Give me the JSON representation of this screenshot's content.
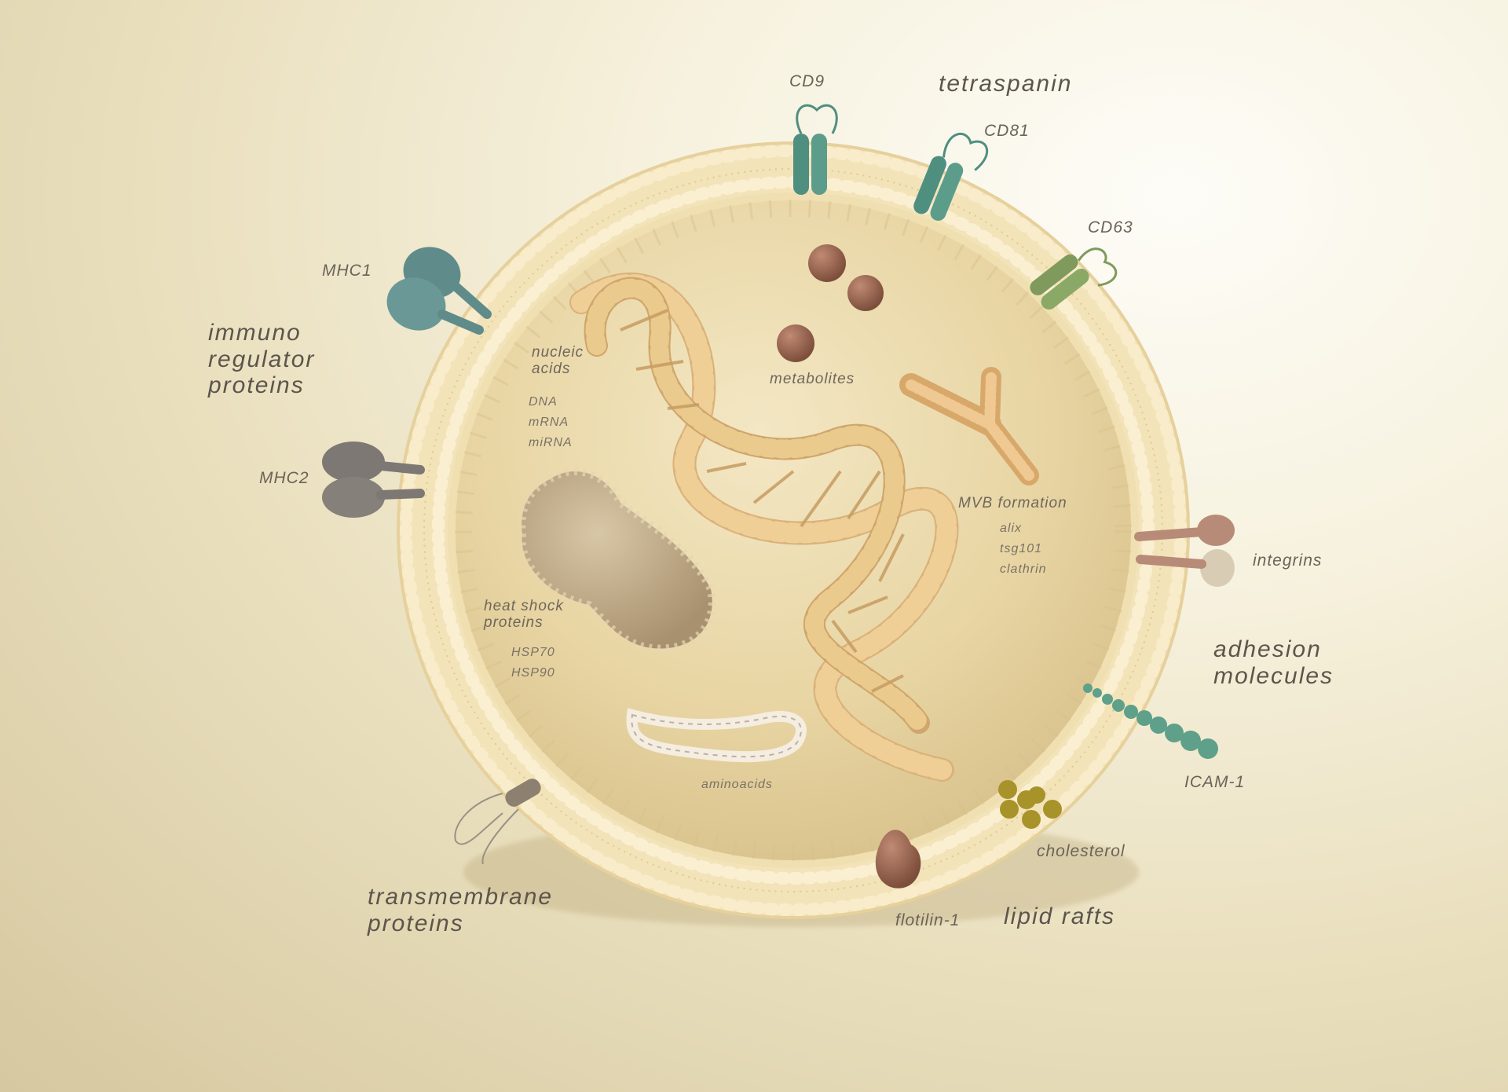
{
  "labels": {
    "tetraspanin": "tetraspanin",
    "cd9": "CD9",
    "cd81": "CD81",
    "cd63": "CD63",
    "mhc1": "MHC1",
    "mhc2": "MHC2",
    "immuno": [
      "immuno",
      "regulator",
      "proteins"
    ],
    "nucleic": [
      "nucleic",
      "acids"
    ],
    "dna": "DNA",
    "mrna": "mRNA",
    "mirna": "miRNA",
    "metabolites": "metabolites",
    "mvb": "MVB formation",
    "alix": "alix",
    "tsg101": "tsg101",
    "clathrin": "clathrin",
    "integrins": "integrins",
    "adhesion": [
      "adhesion",
      "molecules"
    ],
    "hsp": [
      "heat shock",
      "proteins"
    ],
    "hsp70": "HSP70",
    "hsp90": "HSP90",
    "aminoacids": "aminoacids",
    "icam": "ICAM-1",
    "cholesterol": "cholesterol",
    "flotilin": "flotilin-1",
    "lipid_rafts": "lipid rafts",
    "transmembrane": [
      "transmembrane",
      "proteins"
    ]
  },
  "colors": {
    "background": "#efe7cc",
    "membrane": "#f1e1b6",
    "lumen": "#e8d7a8",
    "dna": "#d9b27a",
    "tetraspanin": "#4f8f80",
    "cd63": "#7f9a5c",
    "mhc1": "#5f8c8a",
    "mhc2": "#7d7873",
    "metabolites": "#9a6a55",
    "icam": "#5fa08a",
    "cholesterol": "#a8922a"
  }
}
